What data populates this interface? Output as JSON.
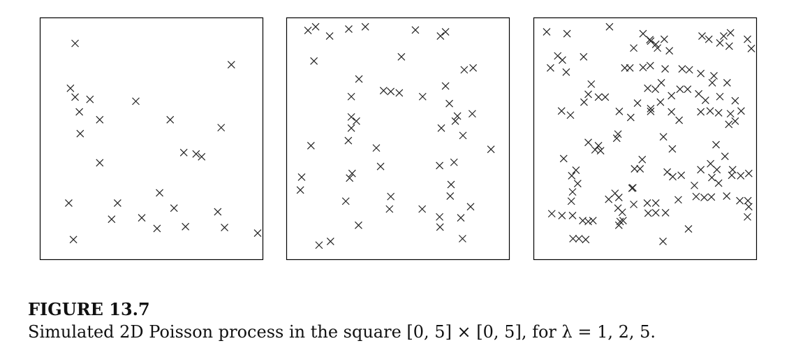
{
  "figure": {
    "label": "FIGURE 13.7",
    "caption": "Simulated 2D Poisson process in the square [0, 5] × [0, 5], for λ = 1, 2, 5."
  },
  "chart_data": [
    {
      "type": "scatter",
      "marker": "x",
      "xlim": [
        0,
        5
      ],
      "ylim": [
        0,
        5
      ],
      "grid": false,
      "points": [
        [
          0.7,
          4.56
        ],
        [
          4.38,
          4.1
        ],
        [
          0.59,
          3.59
        ],
        [
          0.7,
          3.4
        ],
        [
          1.05,
          3.35
        ],
        [
          2.13,
          3.31
        ],
        [
          0.8,
          3.08
        ],
        [
          1.28,
          2.91
        ],
        [
          2.94,
          2.91
        ],
        [
          4.14,
          2.74
        ],
        [
          0.82,
          2.61
        ],
        [
          3.26,
          2.2
        ],
        [
          3.55,
          2.17
        ],
        [
          3.68,
          2.11
        ],
        [
          1.28,
          1.98
        ],
        [
          2.69,
          1.33
        ],
        [
          0.55,
          1.11
        ],
        [
          1.7,
          1.11
        ],
        [
          3.03,
          1.0
        ],
        [
          4.06,
          0.92
        ],
        [
          1.56,
          0.76
        ],
        [
          2.27,
          0.79
        ],
        [
          0.66,
          0.32
        ],
        [
          3.3,
          0.6
        ],
        [
          4.22,
          0.58
        ],
        [
          5.0,
          0.46
        ],
        [
          2.63,
          0.56
        ]
      ]
    },
    {
      "type": "scatter",
      "marker": "x",
      "xlim": [
        0,
        5
      ],
      "ylim": [
        0,
        5
      ],
      "grid": false,
      "points": [
        [
          0.38,
          4.84
        ],
        [
          0.56,
          4.92
        ],
        [
          0.89,
          4.72
        ],
        [
          1.34,
          4.87
        ],
        [
          1.73,
          4.92
        ],
        [
          2.91,
          4.85
        ],
        [
          3.5,
          4.72
        ],
        [
          3.62,
          4.81
        ],
        [
          0.52,
          4.18
        ],
        [
          2.58,
          4.27
        ],
        [
          4.06,
          3.99
        ],
        [
          4.27,
          4.03
        ],
        [
          1.58,
          3.79
        ],
        [
          3.62,
          3.64
        ],
        [
          2.16,
          3.54
        ],
        [
          2.33,
          3.52
        ],
        [
          2.53,
          3.49
        ],
        [
          3.08,
          3.41
        ],
        [
          1.4,
          3.41
        ],
        [
          3.71,
          3.26
        ],
        [
          3.9,
          2.99
        ],
        [
          4.25,
          3.04
        ],
        [
          3.85,
          2.88
        ],
        [
          1.4,
          2.97
        ],
        [
          1.52,
          2.88
        ],
        [
          1.4,
          2.73
        ],
        [
          3.52,
          2.73
        ],
        [
          4.03,
          2.57
        ],
        [
          1.33,
          2.46
        ],
        [
          0.45,
          2.35
        ],
        [
          1.99,
          2.3
        ],
        [
          4.69,
          2.27
        ],
        [
          3.82,
          1.99
        ],
        [
          3.48,
          1.92
        ],
        [
          2.09,
          1.9
        ],
        [
          1.42,
          1.75
        ],
        [
          1.36,
          1.65
        ],
        [
          0.23,
          1.67
        ],
        [
          0.2,
          1.39
        ],
        [
          3.75,
          1.51
        ],
        [
          3.73,
          1.26
        ],
        [
          2.33,
          1.25
        ],
        [
          1.27,
          1.15
        ],
        [
          2.3,
          0.98
        ],
        [
          3.07,
          0.98
        ],
        [
          4.21,
          1.03
        ],
        [
          3.48,
          0.81
        ],
        [
          3.98,
          0.79
        ],
        [
          1.57,
          0.63
        ],
        [
          3.49,
          0.59
        ],
        [
          4.02,
          0.34
        ],
        [
          0.64,
          0.2
        ],
        [
          0.91,
          0.28
        ]
      ]
    },
    {
      "type": "scatter",
      "marker": "x",
      "xlim": [
        0,
        5
      ],
      "ylim": [
        0,
        5
      ],
      "grid": false,
      "points": [
        [
          0.18,
          4.81
        ],
        [
          0.66,
          4.77
        ],
        [
          1.66,
          4.92
        ],
        [
          2.45,
          4.77
        ],
        [
          2.61,
          4.64
        ],
        [
          2.95,
          4.65
        ],
        [
          3.07,
          4.4
        ],
        [
          3.84,
          4.72
        ],
        [
          4.0,
          4.65
        ],
        [
          4.26,
          4.57
        ],
        [
          4.35,
          4.72
        ],
        [
          4.48,
          4.5
        ],
        [
          4.51,
          4.79
        ],
        [
          4.91,
          4.65
        ],
        [
          5.0,
          4.45
        ],
        [
          2.23,
          4.46
        ],
        [
          2.63,
          4.61
        ],
        [
          2.75,
          4.54
        ],
        [
          2.79,
          4.46
        ],
        [
          0.44,
          4.29
        ],
        [
          0.55,
          4.2
        ],
        [
          1.05,
          4.27
        ],
        [
          0.27,
          4.03
        ],
        [
          0.64,
          3.94
        ],
        [
          2.02,
          4.03
        ],
        [
          2.14,
          4.03
        ],
        [
          2.45,
          4.04
        ],
        [
          2.62,
          4.08
        ],
        [
          2.97,
          4.01
        ],
        [
          3.37,
          4.01
        ],
        [
          3.54,
          3.99
        ],
        [
          3.81,
          3.91
        ],
        [
          4.12,
          3.86
        ],
        [
          4.08,
          3.71
        ],
        [
          4.43,
          3.71
        ],
        [
          1.23,
          3.68
        ],
        [
          1.16,
          3.46
        ],
        [
          1.4,
          3.4
        ],
        [
          1.56,
          3.4
        ],
        [
          1.06,
          3.29
        ],
        [
          2.56,
          3.59
        ],
        [
          2.74,
          3.57
        ],
        [
          2.88,
          3.71
        ],
        [
          3.12,
          3.43
        ],
        [
          3.32,
          3.57
        ],
        [
          3.5,
          3.57
        ],
        [
          3.76,
          3.47
        ],
        [
          3.92,
          3.33
        ],
        [
          4.26,
          3.41
        ],
        [
          4.62,
          3.32
        ],
        [
          2.32,
          3.27
        ],
        [
          2.63,
          3.15
        ],
        [
          2.86,
          3.29
        ],
        [
          0.53,
          3.1
        ],
        [
          0.74,
          3.01
        ],
        [
          1.89,
          3.09
        ],
        [
          2.16,
          2.96
        ],
        [
          2.63,
          3.09
        ],
        [
          3.12,
          3.08
        ],
        [
          3.81,
          3.08
        ],
        [
          4.03,
          3.1
        ],
        [
          4.23,
          3.06
        ],
        [
          4.51,
          3.04
        ],
        [
          4.76,
          3.1
        ],
        [
          4.47,
          2.81
        ],
        [
          4.62,
          2.88
        ],
        [
          3.3,
          2.9
        ],
        [
          1.86,
          2.6
        ],
        [
          1.83,
          2.51
        ],
        [
          2.93,
          2.54
        ],
        [
          3.14,
          2.28
        ],
        [
          1.16,
          2.42
        ],
        [
          1.4,
          2.35
        ],
        [
          1.32,
          2.26
        ],
        [
          1.45,
          2.24
        ],
        [
          4.17,
          2.37
        ],
        [
          4.38,
          2.12
        ],
        [
          0.58,
          2.07
        ],
        [
          2.43,
          2.05
        ],
        [
          0.87,
          1.82
        ],
        [
          2.25,
          1.85
        ],
        [
          2.38,
          1.85
        ],
        [
          0.77,
          1.7
        ],
        [
          3.02,
          1.78
        ],
        [
          3.15,
          1.68
        ],
        [
          3.35,
          1.71
        ],
        [
          3.81,
          1.83
        ],
        [
          4.04,
          1.96
        ],
        [
          4.19,
          1.83
        ],
        [
          4.56,
          1.83
        ],
        [
          4.07,
          1.66
        ],
        [
          4.54,
          1.71
        ],
        [
          4.75,
          1.7
        ],
        [
          4.94,
          1.75
        ],
        [
          4.23,
          1.54
        ],
        [
          0.91,
          1.53
        ],
        [
          0.79,
          1.35
        ],
        [
          3.66,
          1.49
        ],
        [
          1.79,
          1.32
        ],
        [
          1.88,
          1.23
        ],
        [
          1.64,
          1.19
        ],
        [
          2.19,
          1.43
        ],
        [
          2.21,
          1.44
        ],
        [
          3.28,
          1.18
        ],
        [
          3.7,
          1.25
        ],
        [
          3.89,
          1.23
        ],
        [
          4.06,
          1.24
        ],
        [
          4.42,
          1.26
        ],
        [
          4.73,
          1.16
        ],
        [
          4.92,
          1.16
        ],
        [
          4.94,
          1.03
        ],
        [
          0.76,
          1.15
        ],
        [
          2.23,
          1.08
        ],
        [
          2.55,
          1.11
        ],
        [
          2.75,
          1.11
        ],
        [
          1.86,
          1.0
        ],
        [
          1.96,
          0.91
        ],
        [
          2.57,
          0.89
        ],
        [
          2.75,
          0.9
        ],
        [
          2.98,
          0.9
        ],
        [
          0.3,
          0.88
        ],
        [
          0.54,
          0.84
        ],
        [
          0.79,
          0.84
        ],
        [
          1.03,
          0.73
        ],
        [
          1.16,
          0.71
        ],
        [
          1.27,
          0.73
        ],
        [
          1.91,
          0.71
        ],
        [
          1.98,
          0.73
        ],
        [
          1.88,
          0.63
        ],
        [
          3.52,
          0.55
        ],
        [
          4.91,
          0.81
        ],
        [
          0.8,
          0.34
        ],
        [
          0.94,
          0.34
        ],
        [
          1.1,
          0.32
        ],
        [
          2.92,
          0.28
        ]
      ]
    }
  ]
}
